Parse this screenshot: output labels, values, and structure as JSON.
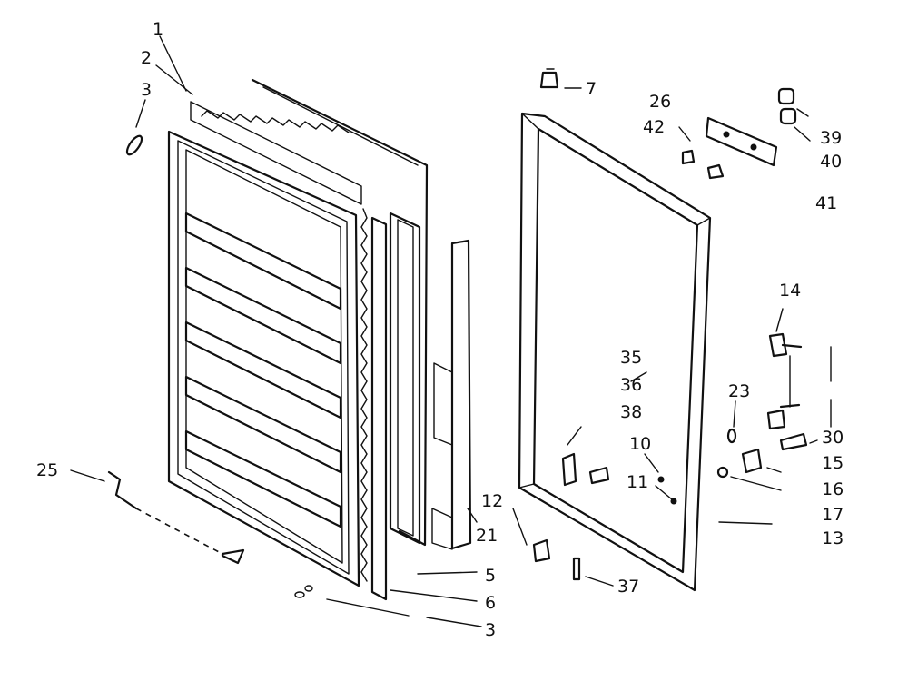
{
  "labels": {
    "l1": "1",
    "l2": "2",
    "l3a": "3",
    "l7": "7",
    "l26": "26",
    "l42": "42",
    "l39": "39",
    "l40": "40",
    "l41": "41",
    "l14": "14",
    "l35": "35",
    "l36": "36",
    "l38": "38",
    "l23": "23",
    "l10": "10",
    "l11": "11",
    "l30": "30",
    "l15": "15",
    "l16": "16",
    "l17": "17",
    "l13": "13",
    "l25": "25",
    "l12": "12",
    "l21": "21",
    "l5": "5",
    "l6": "6",
    "l3b": "3",
    "l37": "37"
  }
}
